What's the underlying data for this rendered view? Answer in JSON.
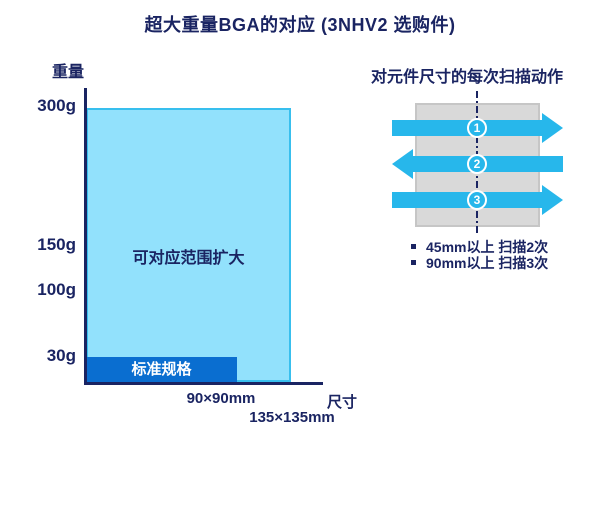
{
  "page_title": "超大重量BGA的对应 (3NHV2 选购件)",
  "colors": {
    "text_navy": "#1a2462",
    "arrow_cyan": "#27b7eb",
    "expanded_fill": "#92e1fc",
    "expanded_border": "#38bfee",
    "standard_blue": "#0a6ed0",
    "component_gray": "#d9d9d9",
    "background": "#ffffff"
  },
  "chart": {
    "y_axis_label": "重量",
    "x_axis_label": "尺寸",
    "y_ticks": [
      "300g",
      "150g",
      "100g",
      "30g"
    ],
    "x_ticks": [
      "90×90mm",
      "135×135mm"
    ],
    "expanded_region_label": "可对应范围扩大",
    "standard_region_label": "标准规格"
  },
  "scan_diagram": {
    "title": "对元件尺寸的每次扫描动作",
    "arrows": [
      {
        "number": "1",
        "direction": "right"
      },
      {
        "number": "2",
        "direction": "left"
      },
      {
        "number": "3",
        "direction": "right"
      }
    ],
    "notes": [
      "45mm以上 扫描2次",
      "90mm以上 扫描3次"
    ]
  },
  "chart_data": {
    "type": "area",
    "title": "超大重量BGA的对应 (3NHV2 选购件)",
    "xlabel": "尺寸",
    "ylabel": "重量",
    "x_ticks": [
      "90×90mm",
      "135×135mm"
    ],
    "y_ticks": [
      "30g",
      "100g",
      "150g",
      "300g"
    ],
    "ylim": [
      "0g",
      "300g"
    ],
    "legend_position": "in-plot",
    "grid": false,
    "series": [
      {
        "name": "标准规格",
        "max_size": "90×90mm",
        "max_weight_g": 30
      },
      {
        "name": "可对应范围扩大",
        "max_size": "135×135mm",
        "max_weight_g": 300
      }
    ],
    "annotations": [
      "对元件尺寸的每次扫描动作",
      "45mm以上 扫描2次",
      "90mm以上 扫描3次"
    ]
  }
}
